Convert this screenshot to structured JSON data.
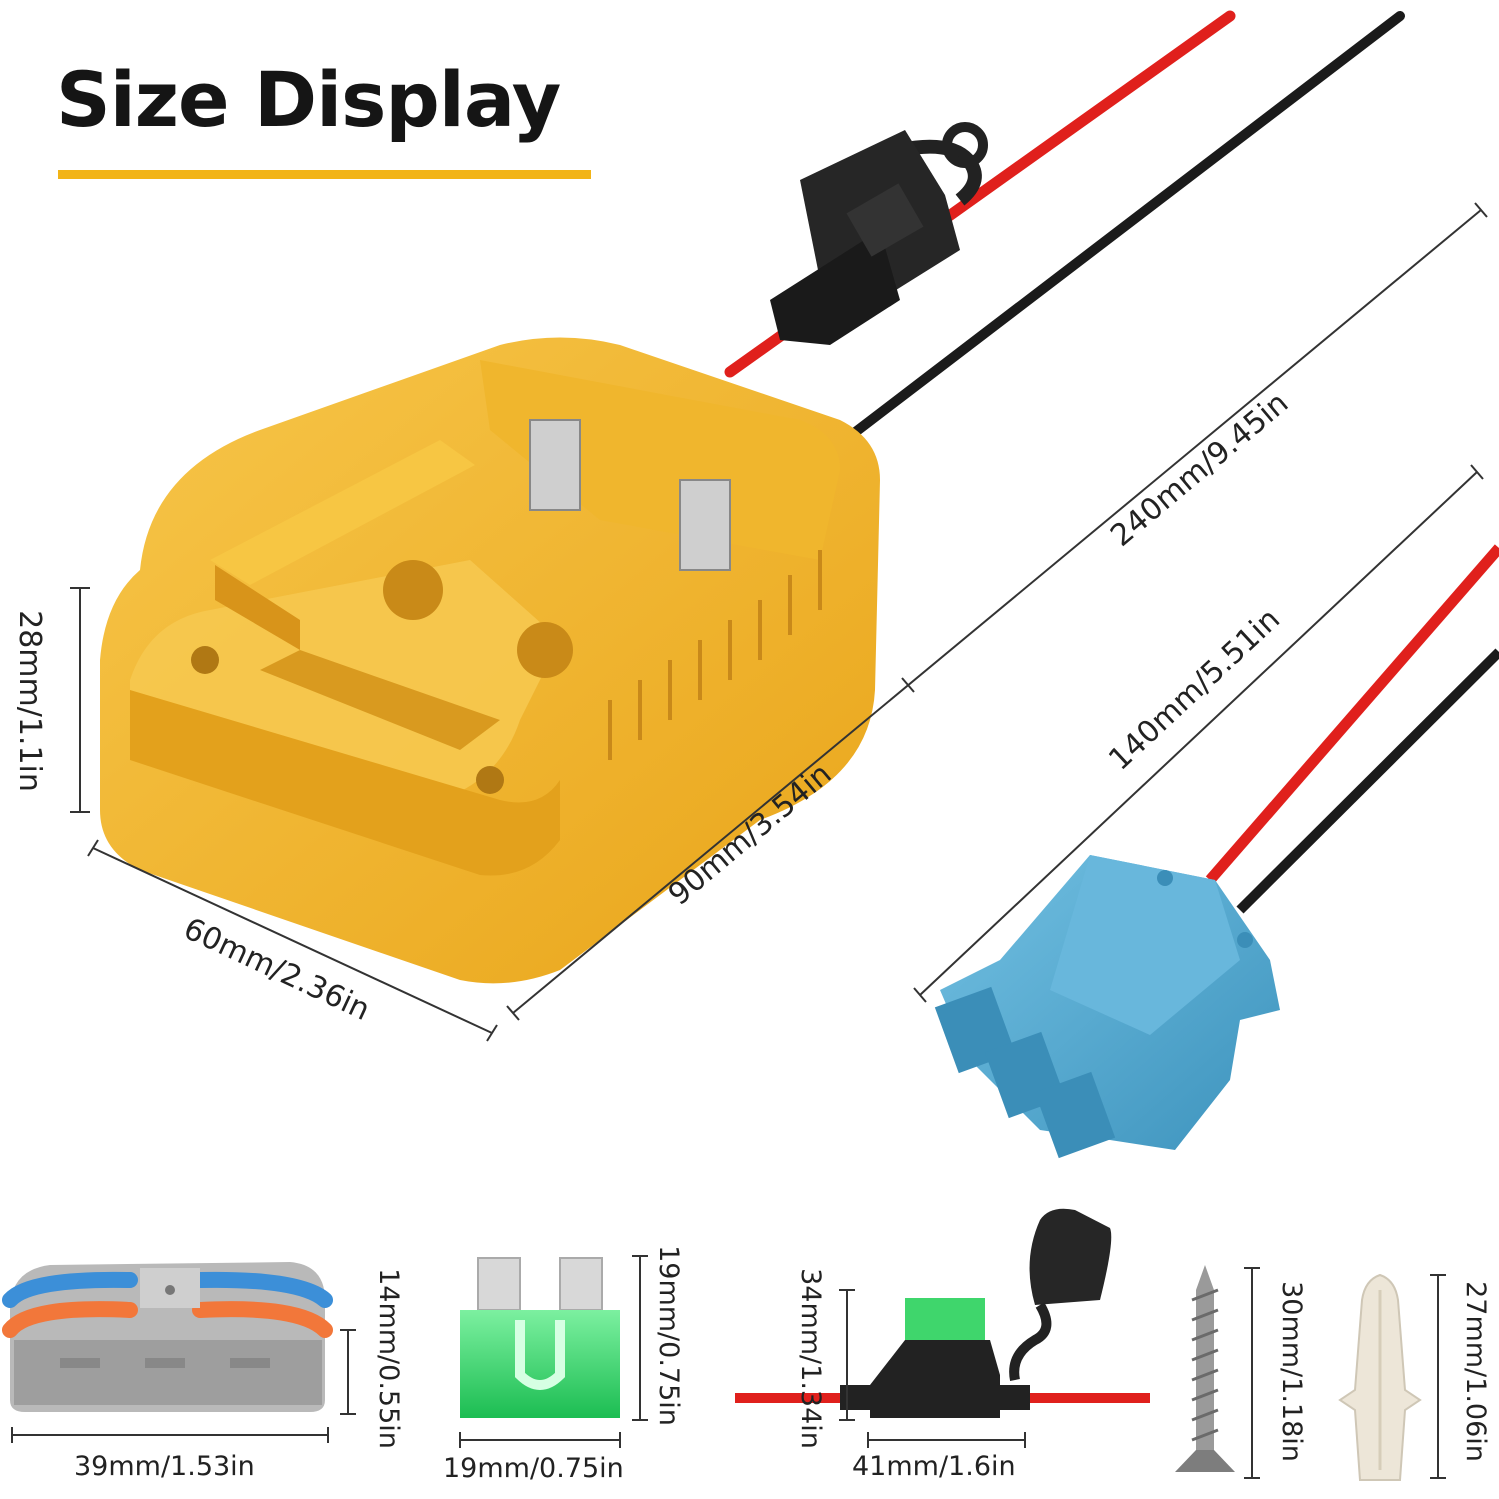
{
  "title": "Size Display",
  "colors": {
    "accent_underline": "#f2b417",
    "adapter_yellow": "#f3b830",
    "wire_red": "#e0201c",
    "wire_black": "#1b1b1b",
    "connector_blue": "#5aaed3",
    "fuse_green": "#2ed66a",
    "lever_blue": "#3c8fd8",
    "lever_orange": "#f2773a"
  },
  "dimensions": {
    "adapter_height": "28mm/1.1in",
    "adapter_width": "60mm/2.36in",
    "adapter_length": "90mm/3.54in",
    "fuse_wire_length": "240mm/9.45in",
    "connector_wire_length": "140mm/5.51in",
    "lever_connector_width": "39mm/1.53in",
    "lever_connector_height": "14mm/0.55in",
    "fuse_width": "19mm/0.75in",
    "fuse_height": "19mm/0.75in",
    "fuse_holder_width": "41mm/1.6in",
    "fuse_holder_height": "34mm/1.34in",
    "screw_length": "30mm/1.18in",
    "anchor_length": "27mm/1.06in"
  },
  "icons": [
    "battery-adapter-icon",
    "fuse-holder-icon",
    "blue-connector-icon",
    "lever-connector-icon",
    "blade-fuse-icon",
    "screw-icon",
    "wall-anchor-icon"
  ]
}
